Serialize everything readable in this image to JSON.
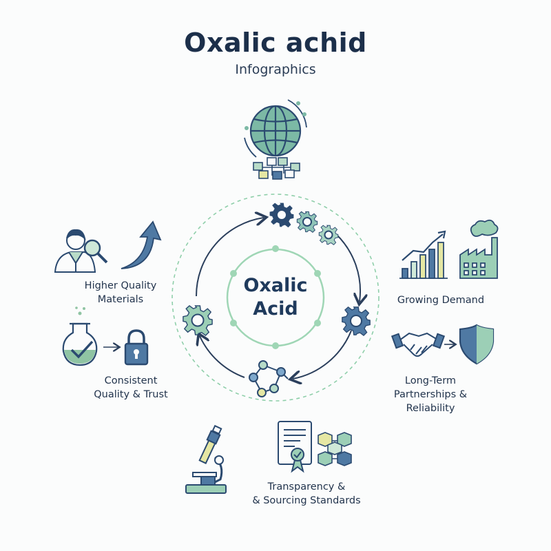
{
  "header": {
    "title": "Oxalic achid",
    "subtitle": "Infographics"
  },
  "center": {
    "line1": "Oxalic",
    "line2": "Acid"
  },
  "labels": {
    "higher_quality_1": "Higher Quality",
    "higher_quality_2": "Materials",
    "consistent_1": "Consistent",
    "consistent_2": "Quality & Trust",
    "growing_demand": "Growing Demand",
    "partnerships_1": "Long-Term",
    "partnerships_2": "Partnerships &",
    "partnerships_3": "Reliability",
    "transparency_1": "Transparency &",
    "transparency_2": "& Sourcing Standards"
  },
  "colors": {
    "navy": "#2b4a70",
    "teal": "#7fbf9a",
    "mint": "#cfe8d8",
    "steel": "#4f79a3",
    "yellow": "#e9e6a8"
  },
  "icons": [
    "globe-icon",
    "network-icon",
    "gear-icon",
    "scientist-icon",
    "magnifier-icon",
    "arrow-up-icon",
    "flask-icon",
    "lock-icon",
    "bar-chart-icon",
    "factory-icon",
    "handshake-icon",
    "shield-icon",
    "molecule-icon",
    "microscope-icon",
    "certificate-icon",
    "cubes-icon"
  ]
}
